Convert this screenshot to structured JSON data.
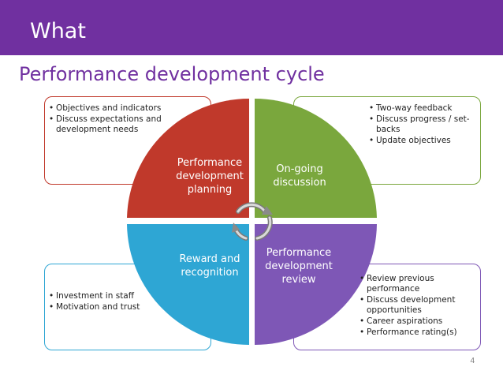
{
  "header": {
    "title": "What"
  },
  "subtitle": "Performance development cycle",
  "colors": {
    "header_bg": "#7030a0",
    "planning": "#c0392b",
    "discussion": "#7aa73d",
    "recognition": "#2ea6d4",
    "review": "#7e57b6"
  },
  "segments": {
    "planning": "Performance development planning",
    "discussion": "On-going discussion",
    "recognition": "Reward and recognition",
    "review": "Performance development review"
  },
  "boxes": {
    "top_left": [
      "Objectives and indicators",
      "Discuss expectations and development needs"
    ],
    "top_right": [
      "Two-way feedback",
      "Discuss progress / set-backs",
      "Update objectives"
    ],
    "bottom_left": [
      "Investment in staff",
      "Motivation  and trust"
    ],
    "bottom_right": [
      "Review previous performance",
      "Discuss development opportunities",
      "Career aspirations",
      "Performance rating(s)"
    ]
  },
  "page_number": "4",
  "icons": {
    "center": "cycle-arrows-icon"
  }
}
